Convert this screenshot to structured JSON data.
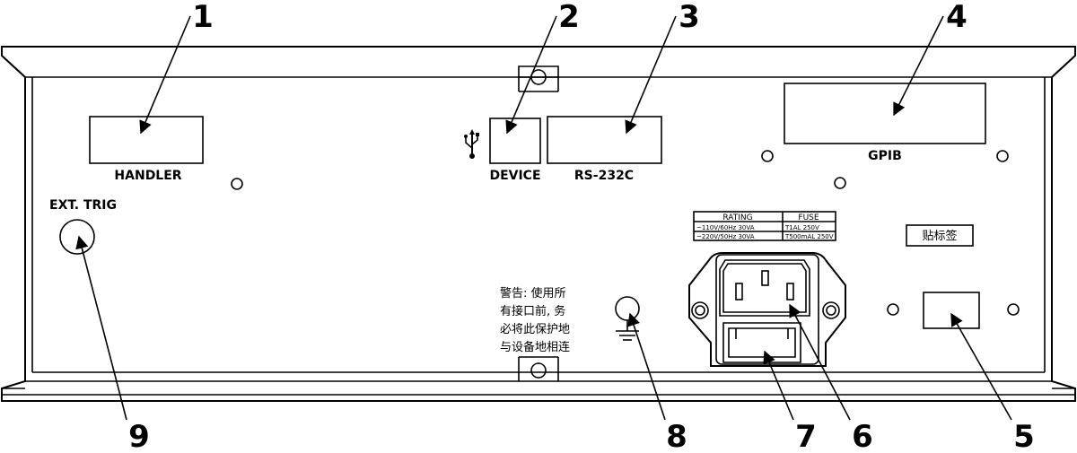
{
  "callouts": [
    "1",
    "2",
    "3",
    "4",
    "5",
    "6",
    "7",
    "8",
    "9"
  ],
  "ports": {
    "handler": "HANDLER",
    "device": "DEVICE",
    "rs232c": "RS-232C",
    "gpib": "GPIB",
    "ext_trig": "EXT. TRIG"
  },
  "usb_icon": "usb-icon",
  "rating_table": {
    "header_rating": "RATING",
    "header_fuse": "FUSE",
    "row1_rating": "~110V/60Hz  30VA",
    "row1_fuse": "T1AL 250V",
    "row2_rating": "~220V/50Hz  30VA",
    "row2_fuse": "T500mAL 250V"
  },
  "label_box": "贴标签",
  "warning": [
    "警告: 使用所",
    "有接口前, 务",
    "必将此保护地",
    "与设备地相连"
  ]
}
